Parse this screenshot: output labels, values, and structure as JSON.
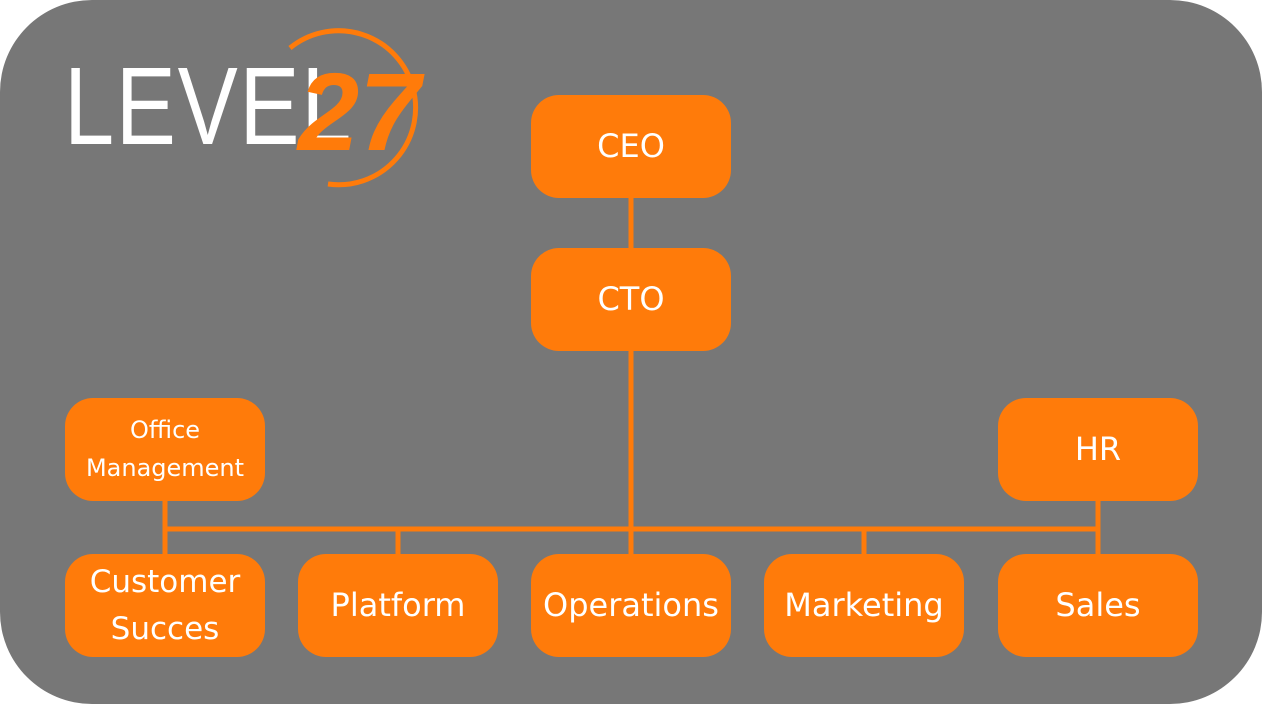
{
  "logo": {
    "word": "LEVEL",
    "number": "27"
  },
  "colors": {
    "background": "#777777",
    "box": "#ff7b0a",
    "text": "#ffffff"
  },
  "nodes": {
    "ceo": "CEO",
    "cto": "CTO",
    "office_line1": "Office",
    "office_line2": "Management",
    "hr": "HR",
    "cs_line1": "Customer",
    "cs_line2": "Succes",
    "platform": "Platform",
    "operations": "Operations",
    "marketing": "Marketing",
    "sales": "Sales"
  }
}
